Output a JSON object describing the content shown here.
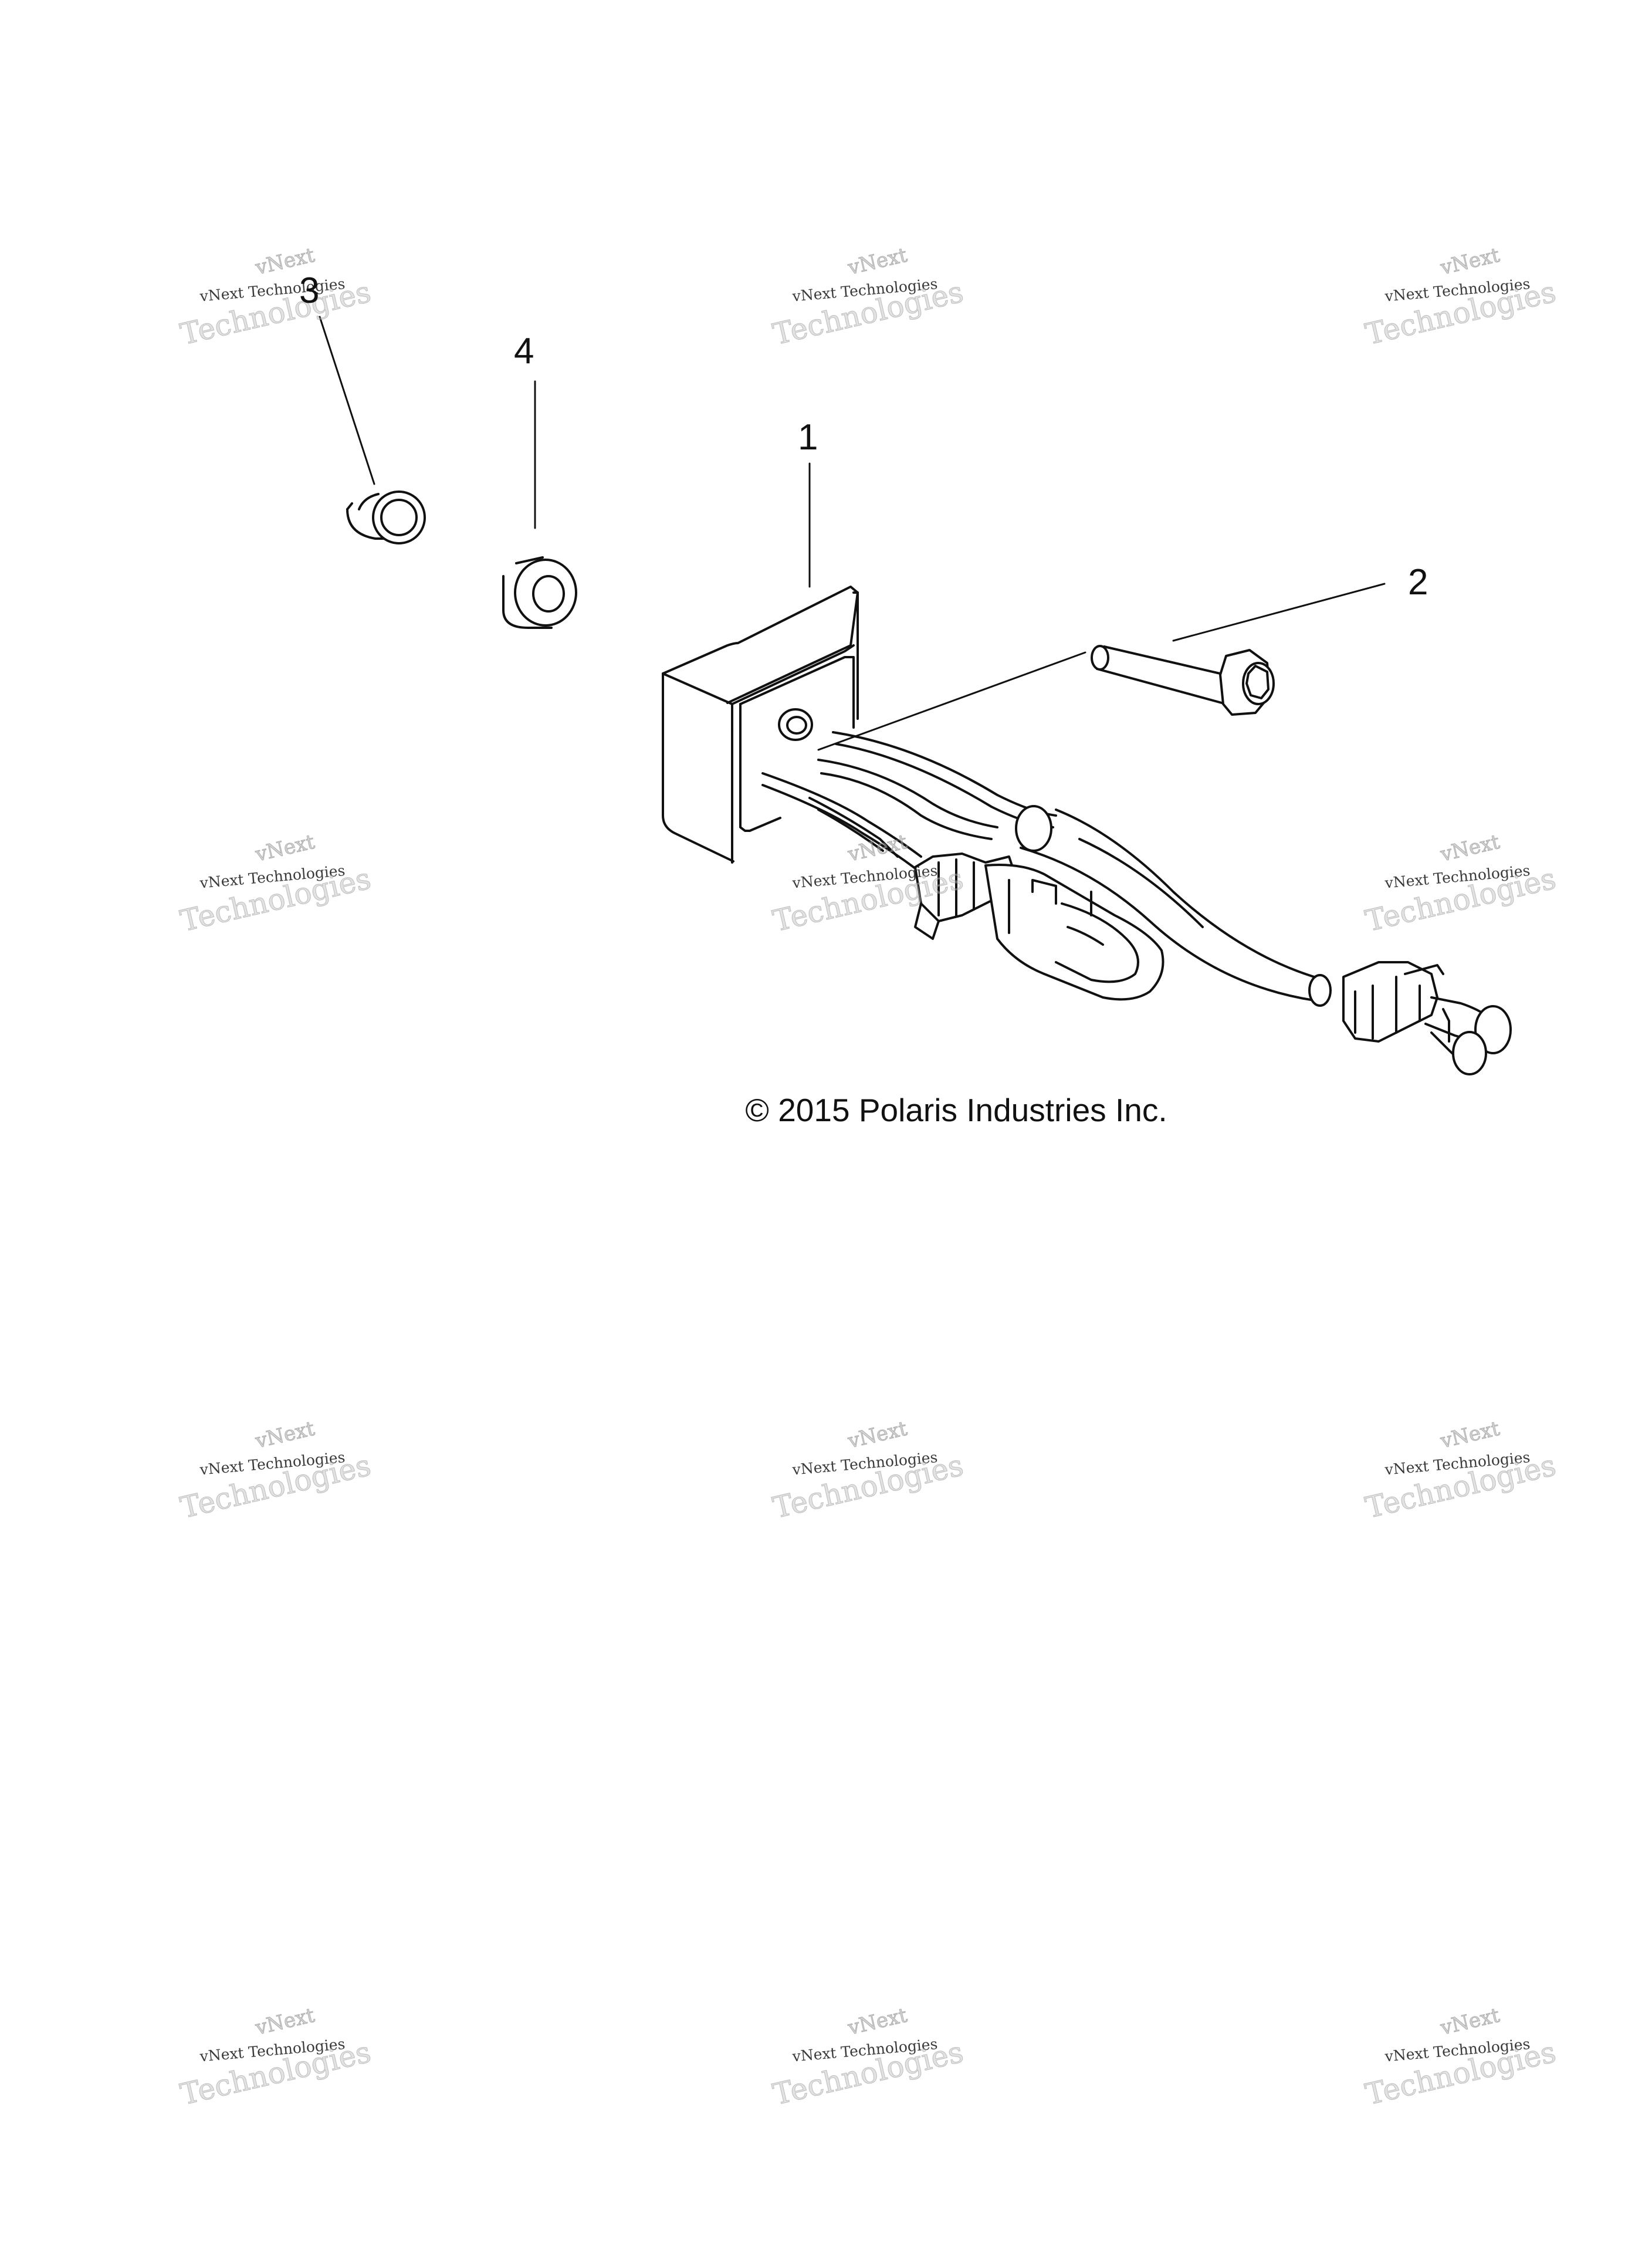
{
  "diagram": {
    "callouts": [
      {
        "id": "1",
        "label": "1",
        "part": "module"
      },
      {
        "id": "2",
        "label": "2",
        "part": "bolt"
      },
      {
        "id": "3",
        "label": "3",
        "part": "flanged-bushing"
      },
      {
        "id": "4",
        "label": "4",
        "part": "spacer"
      }
    ],
    "copyright": "© 2015 Polaris Industries Inc.",
    "watermark": {
      "line1": "vNext",
      "line2": "vNext Technologies",
      "line3": "Technologies"
    }
  }
}
